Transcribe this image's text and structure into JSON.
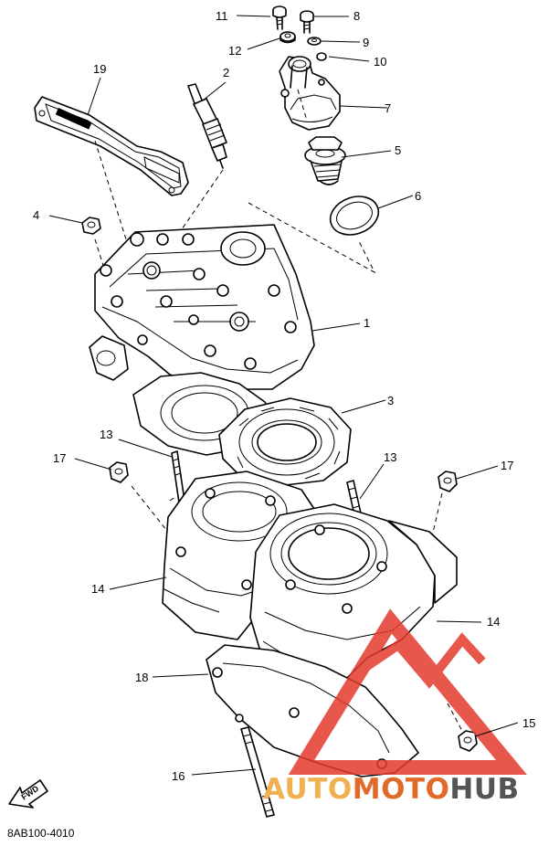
{
  "diagram": {
    "callouts": [
      "1",
      "2",
      "3",
      "4",
      "5",
      "6",
      "7",
      "8",
      "9",
      "10",
      "11",
      "12",
      "13",
      "13",
      "14",
      "14",
      "15",
      "16",
      "17",
      "17",
      "18",
      "19"
    ],
    "drawing_code": "8AB100-4010",
    "fwd_label": "FWD"
  },
  "watermark": {
    "text_part1": "AUTO",
    "text_part2": "MOTO",
    "text_part3": "HUB",
    "color_auto": "#f0b050",
    "color_moto": "#e06a2a",
    "color_hub": "#555555",
    "logo_color": "#e33a2c"
  }
}
